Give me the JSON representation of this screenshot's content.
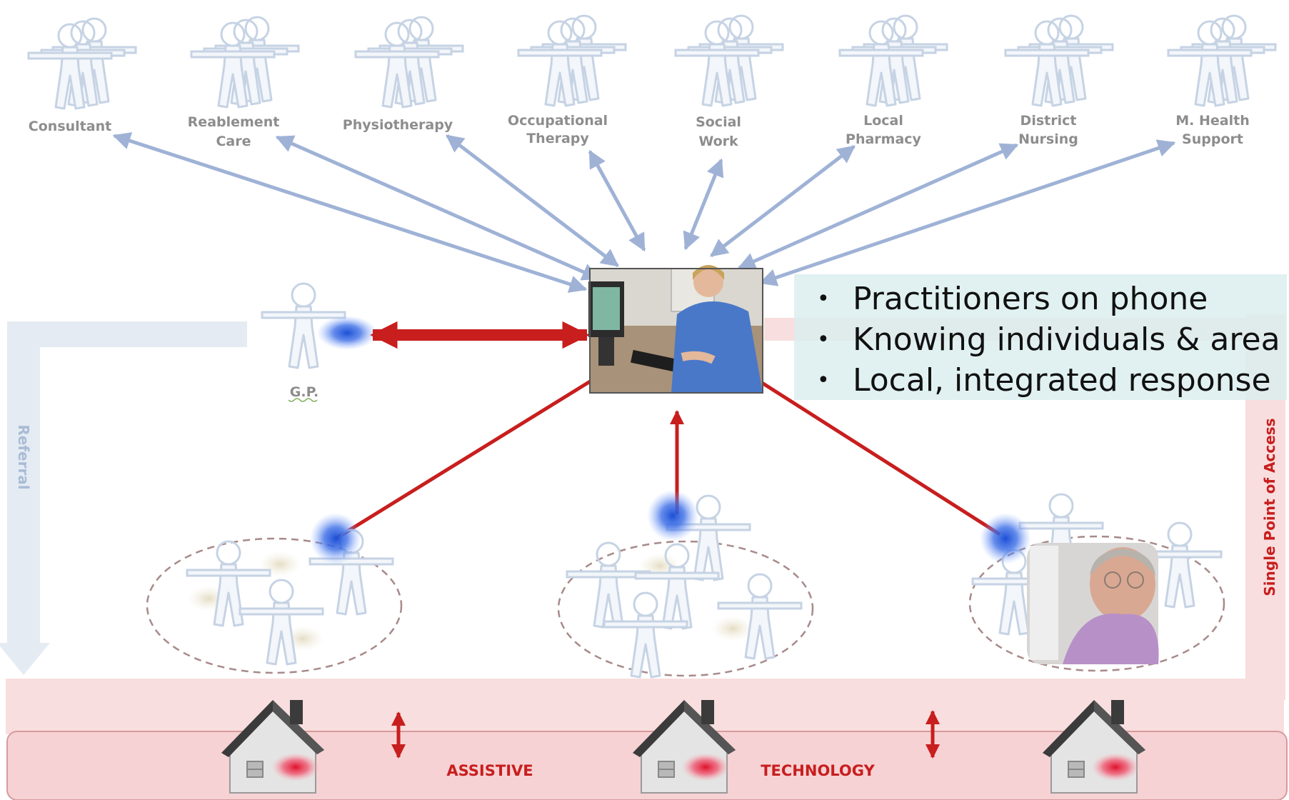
{
  "services": [
    {
      "label": [
        "Consultant"
      ]
    },
    {
      "label": [
        "Reablement",
        "Care"
      ]
    },
    {
      "label": [
        "Physiotherapy"
      ]
    },
    {
      "label": [
        "Occupational",
        "Therapy"
      ]
    },
    {
      "label": [
        "Social",
        "Work"
      ]
    },
    {
      "label": [
        "Local",
        "Pharmacy"
      ]
    },
    {
      "label": [
        "District",
        "Nursing"
      ]
    },
    {
      "label": [
        "M. Health",
        "Support"
      ]
    }
  ],
  "gp_label": "G.P.",
  "referral_label": "Referral",
  "single_point_label": "Single Point of Access",
  "bullets": [
    "Practitioners on phone",
    "Knowing individuals & area",
    "Local, integrated response"
  ],
  "bullet_marker": "•",
  "bottom_labels": [
    "ASSISTIVE",
    "TECHNOLOGY"
  ],
  "colors": {
    "spoke_blue": "#9fb2d6",
    "red": "#c81e1e",
    "figure": "#c6d3e4",
    "referral_band": "#e5ebf3",
    "access_band": "#f6d4d6",
    "bullet_box": "#dcefee"
  }
}
